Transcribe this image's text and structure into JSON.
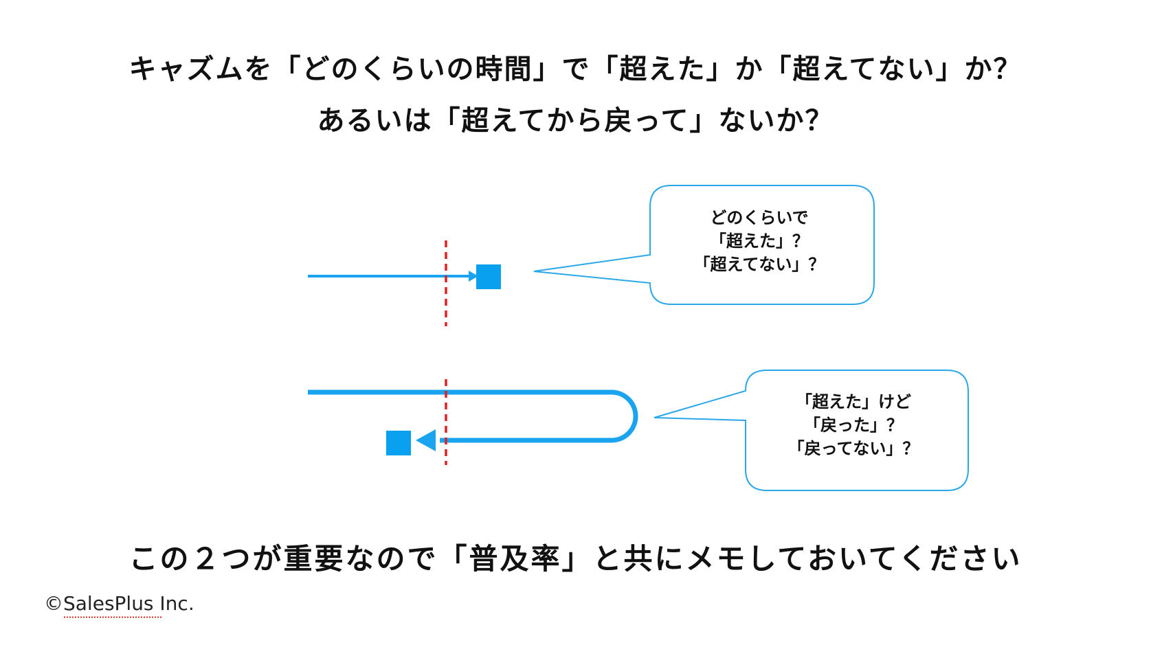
{
  "title": {
    "line1": "キャズムを「どのくらいの時間」で「超えた」か「超えてない」か？",
    "line2": "あるいは「超えてから戻って」ないか？"
  },
  "bubble1": {
    "lines": [
      "どのくらいで",
      "「超えた」？",
      "「超えてない」？"
    ]
  },
  "bubble2": {
    "lines": [
      "「超えた」けど",
      "「戻った」？",
      "「戻ってない」？"
    ]
  },
  "bottom_message": "この２つが重要なので「普及率」と共にメモしておいてください",
  "copyright": "©SalesPlus Inc.",
  "colors": {
    "arrow": "#1aa3ef",
    "square": "#0aa0f0",
    "threshold": "#e02020",
    "bubble_border": "#2aa7e8",
    "text": "#111111"
  }
}
